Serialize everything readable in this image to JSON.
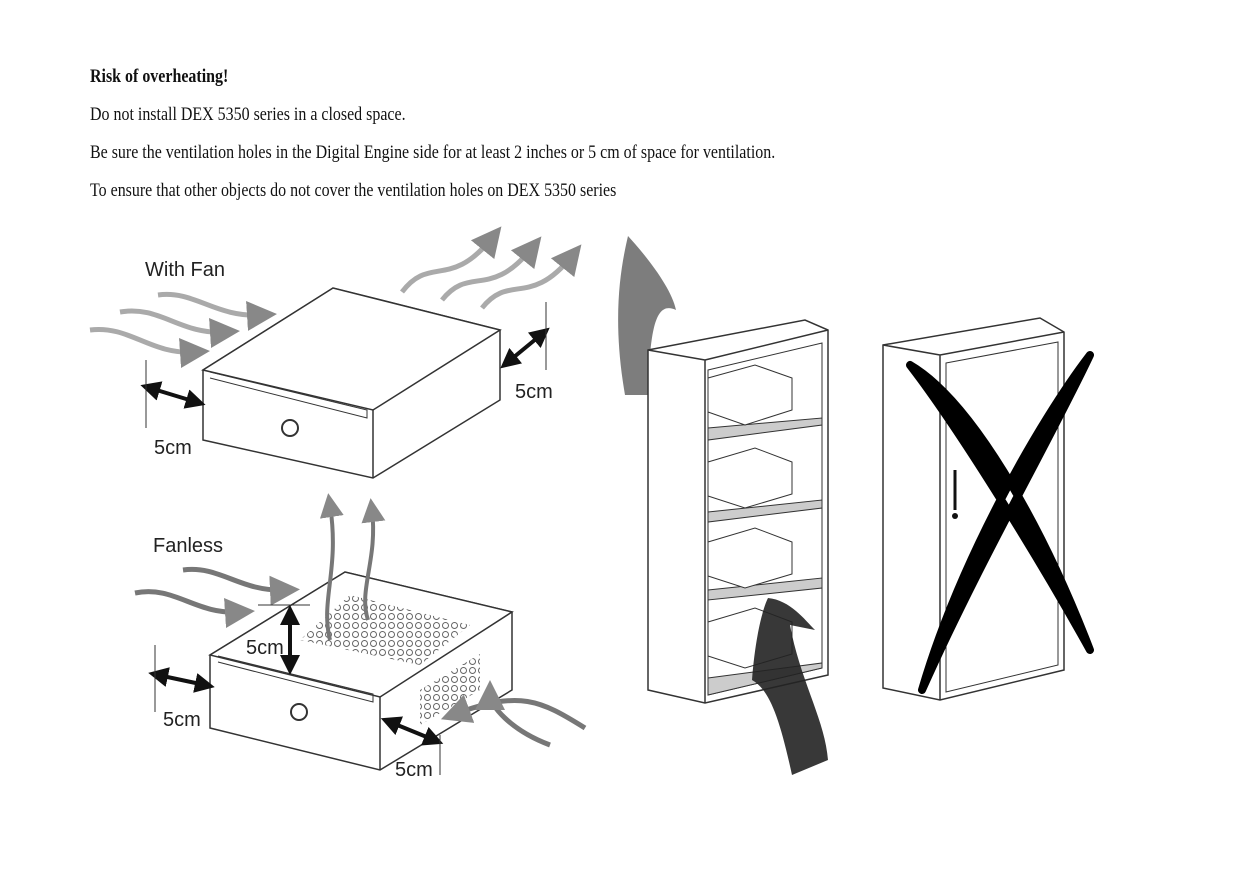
{
  "heading": "Risk of overheating!",
  "paragraphs": [
    "Do not install DEX 5350 series in a closed space.",
    "Be sure the ventilation holes in the Digital Engine side for at least 2 inches or 5 cm of space for ventilation.",
    "To ensure that other objects do not cover the ventilation holes on DEX 5350 series"
  ],
  "diagram": {
    "with_fan_label": "With Fan",
    "fanless_label": "Fanless",
    "clearance_label": "5cm"
  }
}
